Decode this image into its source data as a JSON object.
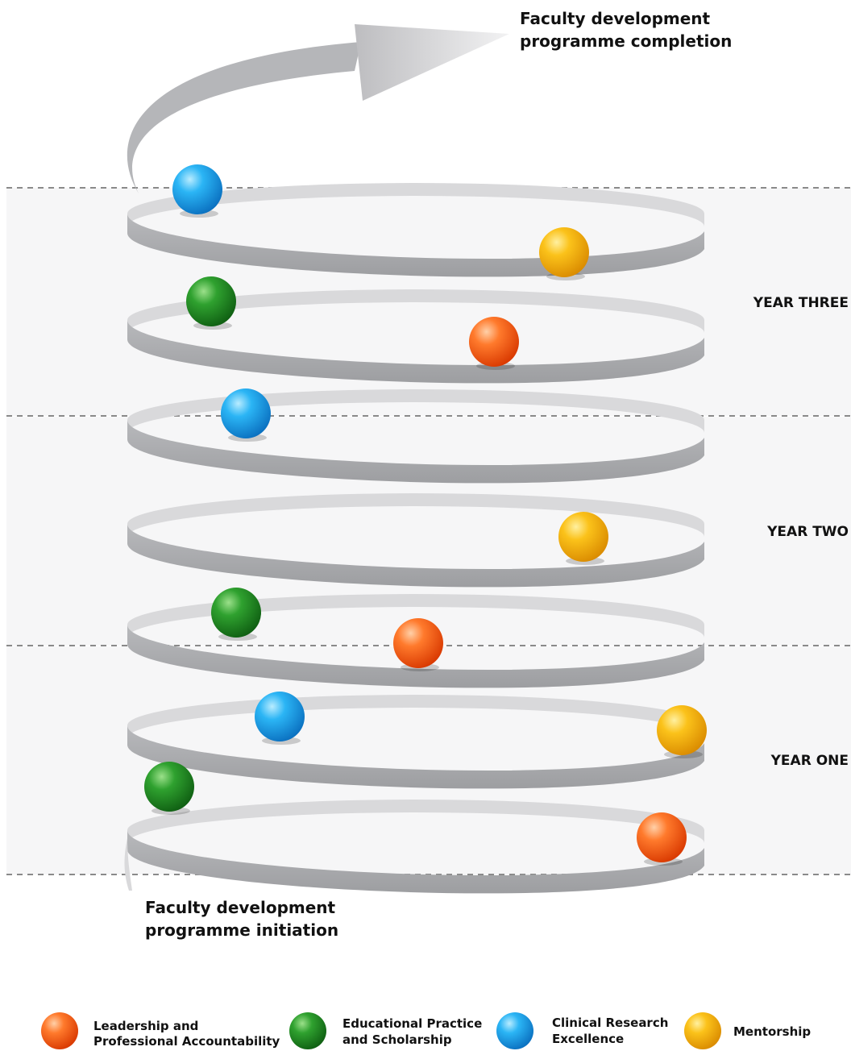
{
  "title_top": [
    "Faculty development",
    "programme completion"
  ],
  "title_bottom": [
    "Faculty development",
    "programme initiation"
  ],
  "years": {
    "three": "YEAR THREE",
    "two": "YEAR TWO",
    "one": "YEAR ONE"
  },
  "legend": [
    {
      "color": "orange",
      "lines": [
        "Leadership and",
        "Professional Accountability"
      ]
    },
    {
      "color": "green",
      "lines": [
        "Educational Practice",
        "and Scholarship"
      ]
    },
    {
      "color": "blue",
      "lines": [
        "Clinical Research",
        "Excellence"
      ]
    },
    {
      "color": "yellow",
      "lines": [
        "Mentorship"
      ]
    }
  ],
  "colors": {
    "orange": "#ff5a1a",
    "green": "#2a9a2a",
    "blue": "#1eaaf0",
    "yellow": "#f5b800",
    "ribbon_front": "#a9aaad",
    "ribbon_back": "#d9d9db",
    "band": "#f6f6f7"
  }
}
